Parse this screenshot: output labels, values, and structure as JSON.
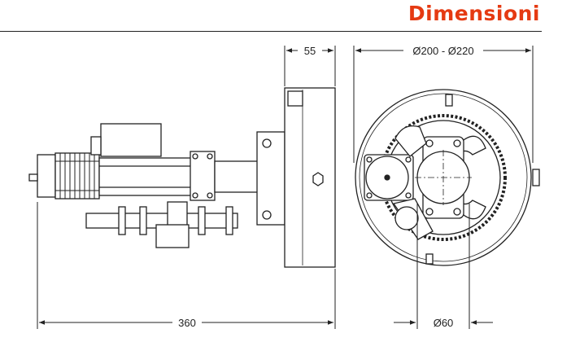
{
  "header": {
    "title": "Dimensioni",
    "title_color": "#e53a12"
  },
  "dimensions": {
    "flange_width": "55",
    "drum_diameter": "Ø200 - Ø220",
    "total_length": "360",
    "shaft_diameter": "Ø60"
  },
  "views": [
    "side-view",
    "front-view"
  ]
}
